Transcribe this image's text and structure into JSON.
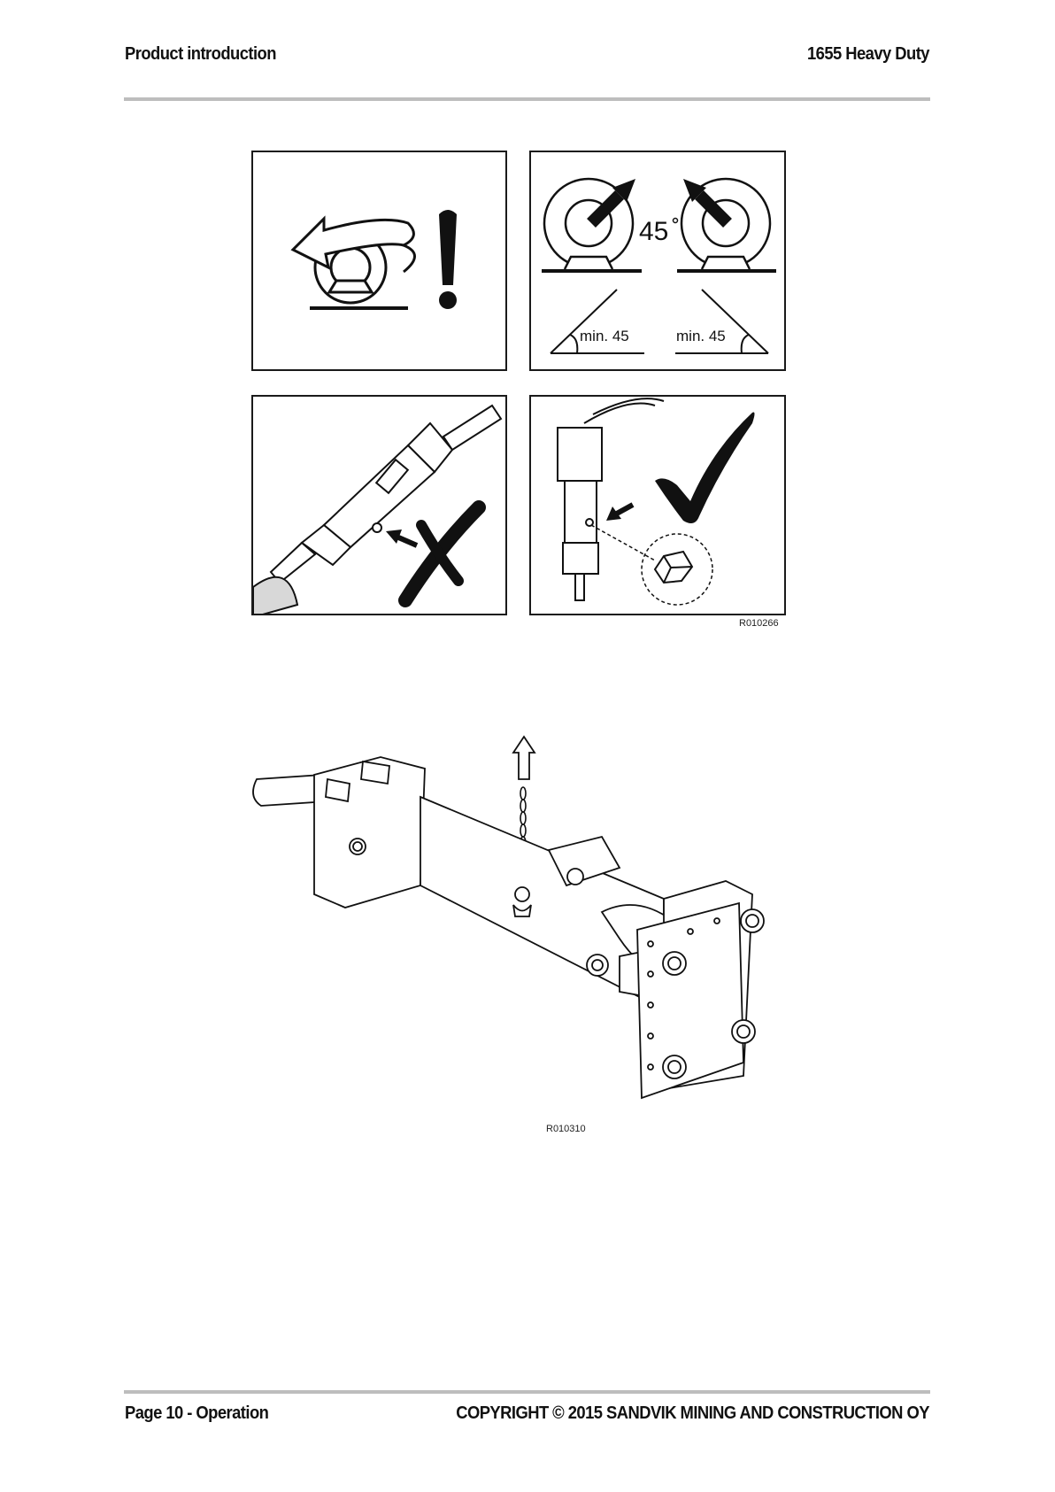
{
  "header": {
    "section": "Product introduction",
    "model": "1655 Heavy Duty"
  },
  "figure1": {
    "angle_label": "45",
    "min_angle_left": "min. 45",
    "min_angle_right": "min. 45",
    "code": "R010266"
  },
  "figure2": {
    "code": "R010310"
  },
  "footer": {
    "page": "Page 10 - Operation",
    "copyright": "COPYRIGHT © 2015 SANDVIK MINING AND CONSTRUCTION OY"
  }
}
